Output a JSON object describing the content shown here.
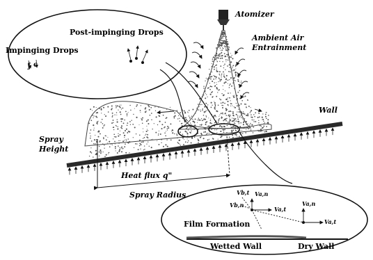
{
  "labels": {
    "atomizer": "Atomizer",
    "ambient_line1": "Ambient Air",
    "ambient_line2": "Entrainment",
    "wall": "Wall",
    "spray_height_line1": "Spray",
    "spray_height_line2": "Height",
    "heat_flux": "Heat flux q\"",
    "spray_radius": "Spray Radius",
    "post_impinging": "Post-impinging Drops",
    "impinging": "Impinging Drops",
    "film_formation": "Film Formation",
    "wetted_wall": "Wetted Wall",
    "dry_wall": "Dry Wall"
  },
  "velocity_labels": {
    "vb_t": "Vb,t",
    "vb_n": "Vb,n",
    "va_n_left": "Va,n",
    "va_t_left": "Va,t",
    "va_n_right": "Va,n",
    "va_t_right": "Va,t"
  },
  "colors": {
    "ink": "#111111",
    "wall": "#2a2a2a",
    "spray": "#555555",
    "background": "#ffffff"
  }
}
